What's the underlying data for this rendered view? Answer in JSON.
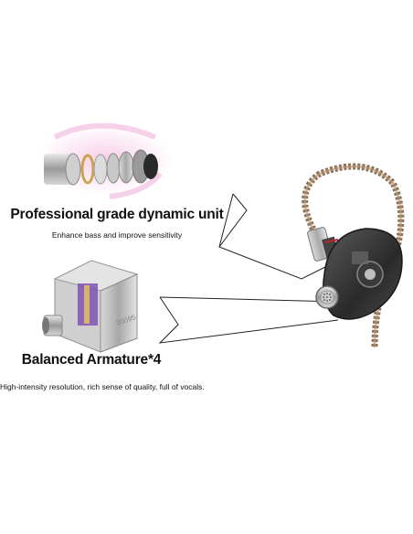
{
  "dynamic_unit": {
    "title": "Professional grade dynamic unit",
    "subtitle": "Enhance bass and improve sensitivity"
  },
  "balanced_armature": {
    "title": "Balanced Armature*4",
    "subtitle": "High-intensity resolution, rich sense of quality, full of vocals.",
    "model_label": "30095"
  },
  "colors": {
    "background": "#ffffff",
    "glow": "#f0b4dc",
    "metal": "#b8b8b8",
    "cable": "#8a6e55",
    "accent_red": "#c0202a",
    "armature_purple": "#6a3aa0"
  }
}
